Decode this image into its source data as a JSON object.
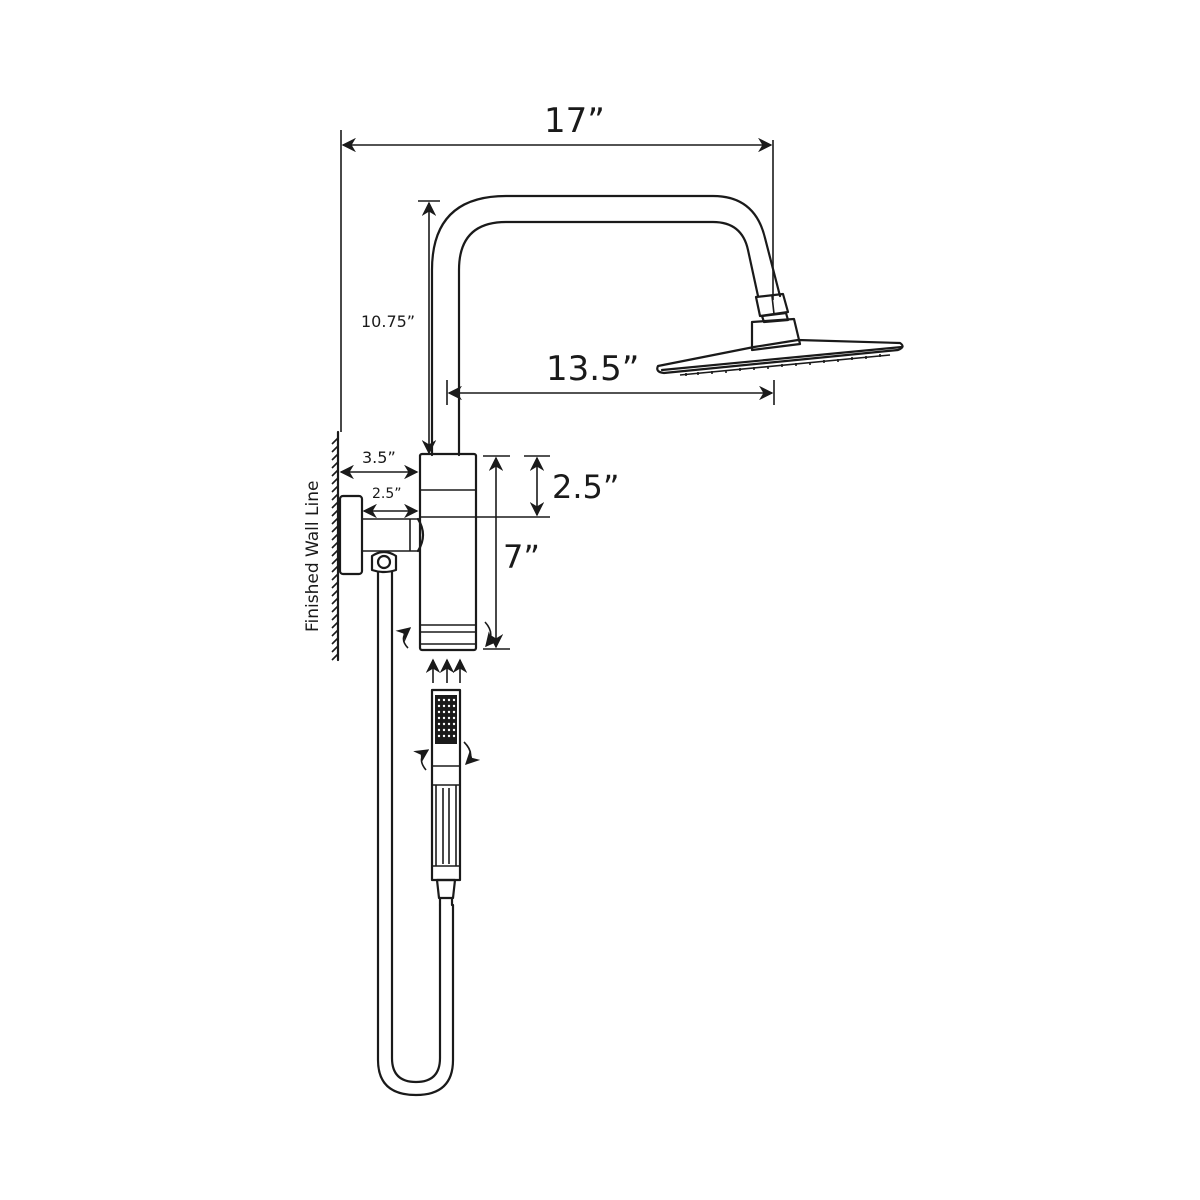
{
  "diagram": {
    "title": "Shower system dimension diagram",
    "stroke_color": "#1a1a1a",
    "background": "#ffffff",
    "labels": {
      "overall_width": "17”",
      "arm_height": "10.75”",
      "arm_reach": "13.5”",
      "wall_to_body": "3.5”",
      "holder_depth": "2.5”",
      "top_to_outlet": "2.5”",
      "body_height": "7”",
      "wall_line": "Finished Wall Line"
    },
    "components": [
      "wall-line",
      "shower-arm",
      "rain-shower-head",
      "diverter-body",
      "hand-shower-holder",
      "hose-connector",
      "handheld-shower",
      "shower-hose"
    ]
  }
}
